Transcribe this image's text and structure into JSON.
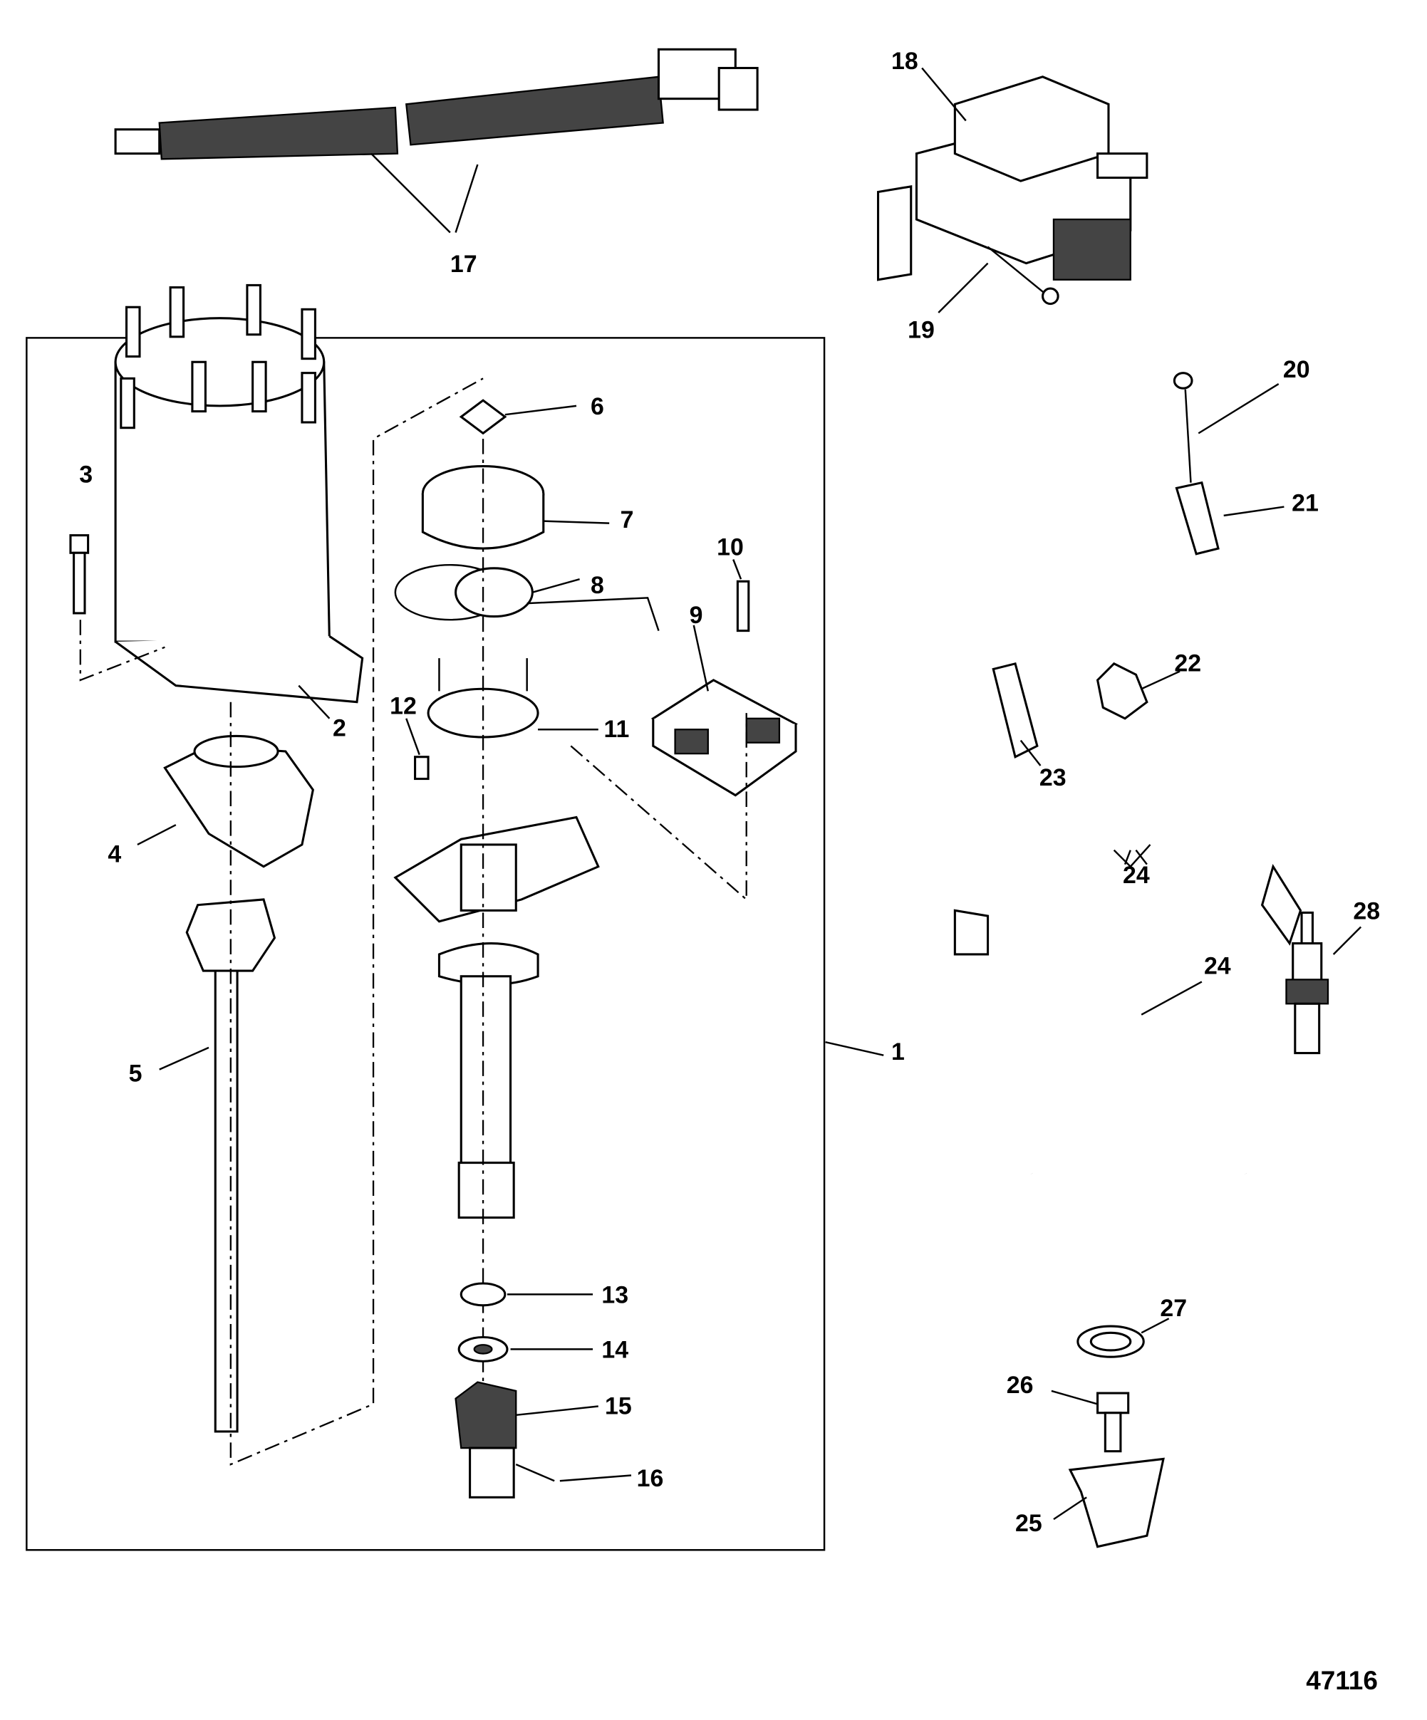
{
  "callouts": {
    "n1": "1",
    "n2": "2",
    "n3": "3",
    "n4": "4",
    "n5": "5",
    "n6": "6",
    "n7": "7",
    "n8": "8",
    "n9": "9",
    "n10": "10",
    "n11": "11",
    "n12": "12",
    "n13": "13",
    "n14": "14",
    "n15": "15",
    "n16": "16",
    "n17": "17",
    "n18": "18",
    "n19": "19",
    "n20": "20",
    "n21": "21",
    "n22": "22",
    "n23": "23",
    "n24a": "24",
    "n24b": "24",
    "n25": "25",
    "n26": "26",
    "n27": "27",
    "n28": "28"
  },
  "figure_id": "47116"
}
